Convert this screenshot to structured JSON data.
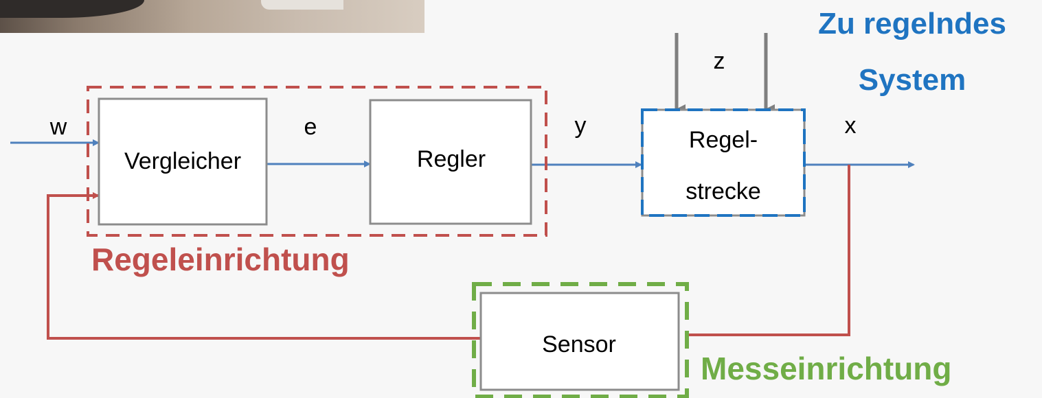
{
  "blocks": {
    "comparator": "Vergleicher",
    "controller": "Regler",
    "plant_line1": "Regel-",
    "plant_line2": "strecke",
    "sensor": "Sensor"
  },
  "signals": {
    "w": "w",
    "e": "e",
    "y": "y",
    "x": "x",
    "z": "z"
  },
  "groups": {
    "control_unit": "Regeleinrichtung",
    "measuring_unit": "Messeinrichtung",
    "system_line1": "Zu regelndes",
    "system_line2": "System"
  },
  "colors": {
    "red": "#c0504d",
    "blue": "#4f81bd",
    "dark_blue": "#1f74c1",
    "green": "#70ad47",
    "gray_box": "#8c8c8c",
    "gray_arrow": "#7f7f7f"
  }
}
